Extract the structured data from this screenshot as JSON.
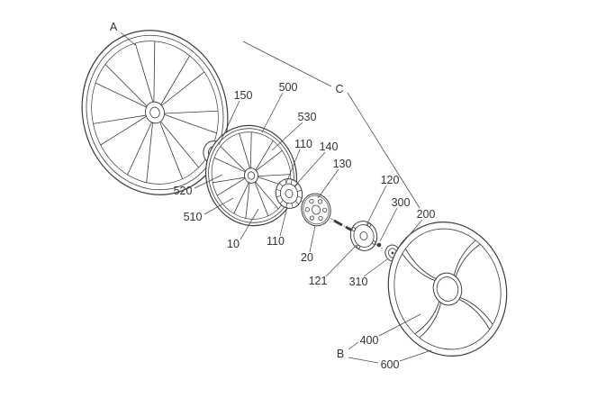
{
  "labels": {
    "A": "A",
    "B": "B",
    "C": "C",
    "10": "10",
    "20": "20",
    "110": "110",
    "120": "120",
    "121": "121",
    "130": "130",
    "140": "140",
    "150": "150",
    "200": "200",
    "300": "300",
    "310": "310",
    "400": "400",
    "500": "500",
    "510": "510",
    "520": "520",
    "530": "530",
    "600": "600"
  },
  "colors": {
    "line": "#3c3c3c",
    "leader": "#4a4a4a",
    "background": "#ffffff",
    "label_text": "#333333"
  }
}
